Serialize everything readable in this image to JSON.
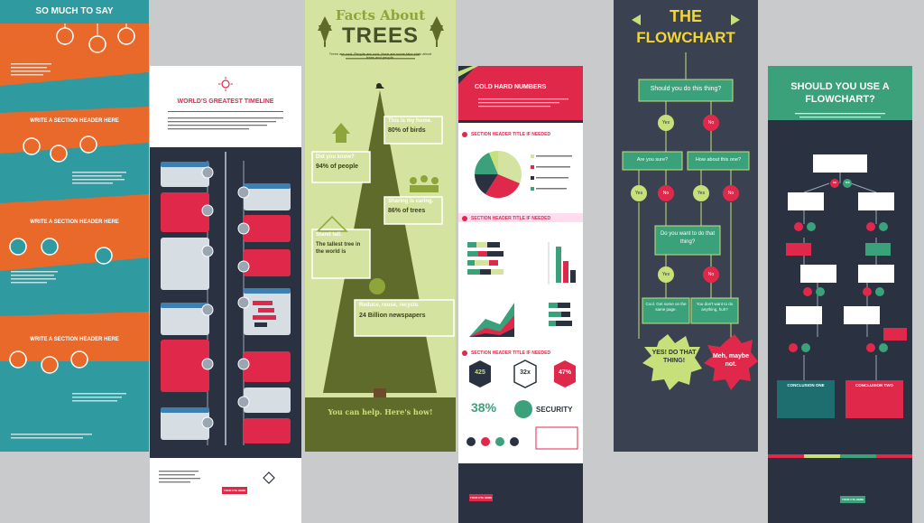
{
  "colors": {
    "orange": "#e8692a",
    "teal": "#2f9aa0",
    "red": "#e0294a",
    "navy": "#2a3242",
    "green": "#c8e07a",
    "olive": "#5f6b2a",
    "dark_teal": "#1f6e6f"
  },
  "p1": {
    "title": "SO MUCH TO SAY",
    "section1": "WRITE A SECTION HEADER HERE",
    "section2": "WRITE A SECTION HEADER HERE",
    "section3": "WRITE A SECTION HEADER HERE"
  },
  "p2": {
    "title": "WORLD'S GREATEST TIMELINE",
    "cta": "YOUR CTA HERE"
  },
  "p3": {
    "title_small": "Facts About",
    "title_big": "TREES",
    "subtitle": "Trees are cool. People are cool. Here are some fake stats about trees and people.",
    "fact1_head": "This is my home.",
    "fact1_body": "80% of birds",
    "fact2_head": "Did you know?",
    "fact2_body": "94% of people",
    "fact3_head": "Sharing is caring.",
    "fact3_body": "86% of trees",
    "fact4_head": "Stand tall.",
    "fact4_body": "The tallest tree in the world is",
    "fact5_head": "Reduce, reuse, recycle.",
    "fact5_body": "24 Billion newspapers",
    "help": "You can help. Here's how!"
  },
  "p4": {
    "title": "COLD HARD NUMBERS",
    "section1": "SECTION HEADER TITLE IF NEEDED",
    "section2": "SECTION HEADER TITLE IF NEEDED",
    "section3": "SECTION HEADER TITLE IF NEEDED",
    "stat1": "425",
    "stat2": "32x",
    "stat3": "47%",
    "stat4": "38%",
    "security": "SECURITY",
    "cta": "YOUR CTA HERE"
  },
  "p5": {
    "title1": "THE",
    "title2": "FLOWCHART",
    "q1": "Should you do this thing?",
    "yes": "Yes",
    "no": "No",
    "q2a": "Are you sure?",
    "q2b": "How about this one?",
    "q3": "Do you want to do that thing?",
    "r1": "Cool. Get some on the same page.",
    "r2": "You don't want to do anything, huh?",
    "end_yes": "YES! DO THAT THING!",
    "end_no": "Meh, maybe not."
  },
  "p6": {
    "title": "SHOULD YOU USE A FLOWCHART?",
    "yes": "YES",
    "no": "NO",
    "c1": "CONCLUSION ONE",
    "c2": "CONCLUSION TWO",
    "cta": "YOUR CTA HERE"
  }
}
